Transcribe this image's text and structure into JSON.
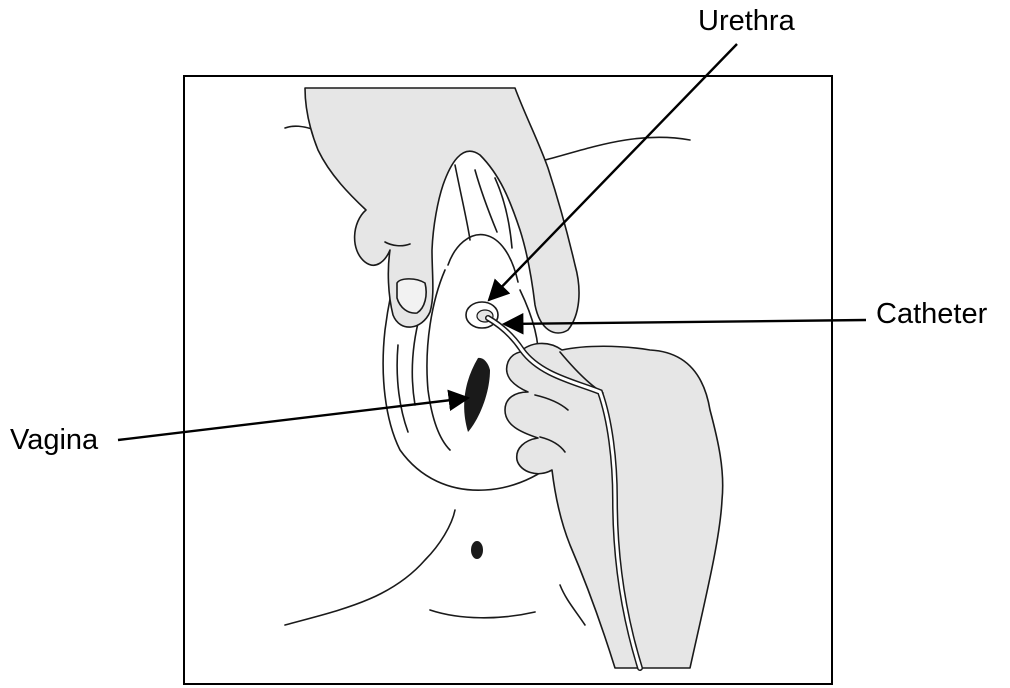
{
  "labels": {
    "urethra": "Urethra",
    "catheter": "Catheter",
    "vagina": "Vagina"
  },
  "colors": {
    "background": "#ffffff",
    "line": "#1a1a1a",
    "hand_fill": "#e6e6e6",
    "opening_fill": "#1a1a1a"
  }
}
